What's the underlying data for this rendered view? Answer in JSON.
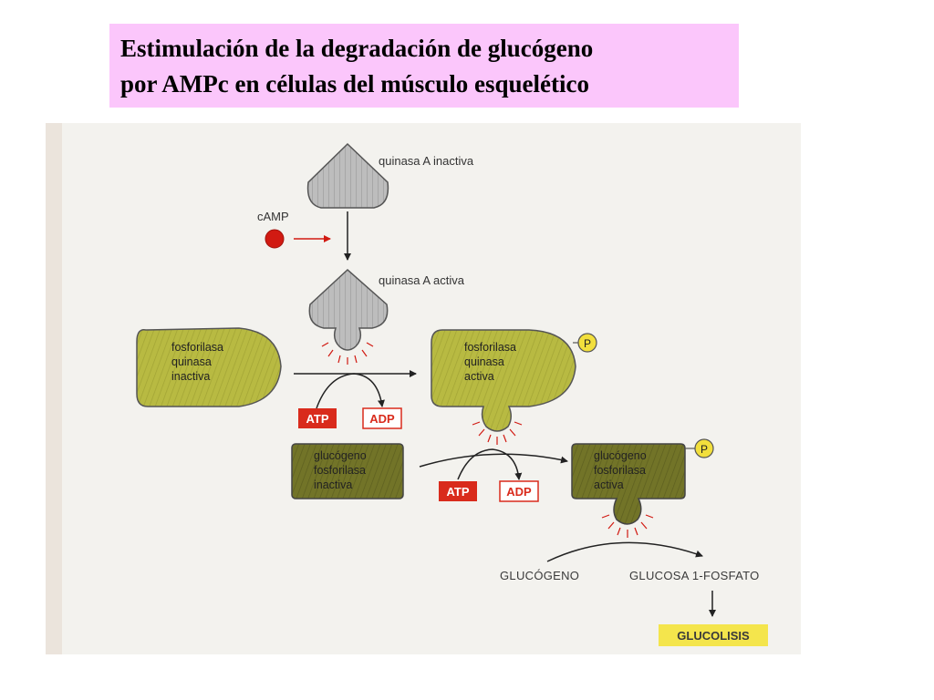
{
  "title": {
    "line1": "Estimulación de la degradación de glucógeno",
    "line2": "por AMPc en células del músculo esquelético"
  },
  "diagram": {
    "kinase_inactive_label": "quinasa A inactiva",
    "camp_label": "cAMP",
    "kinase_active_label": "quinasa A activa",
    "phk_inactive": [
      "fosforilasa",
      "quinasa",
      "inactiva"
    ],
    "phk_active": [
      "fosforilasa",
      "quinasa",
      "activa"
    ],
    "gp_inactive": [
      "glucógeno",
      "fosforilasa",
      "inactiva"
    ],
    "gp_active": [
      "glucógeno",
      "fosforilasa",
      "activa"
    ],
    "atp_label": "ATP",
    "adp_label": "ADP",
    "phosphate_label": "P",
    "glycogen_label": "GLUCÓGENO",
    "glucose1p_label": "GLUCOSA 1-FOSFATO",
    "glycolysis_label": "GLUCOLISIS",
    "colors": {
      "title_bg": "#fbc6fb",
      "enzyme_light": "#b5b73d",
      "enzyme_dark": "#6f7127",
      "kinase_gray": "#b9b9b9",
      "camp_red": "#d11a12",
      "atp_red": "#d92b1c",
      "glycolysis_yellow": "#f4e54c",
      "phosphate_yellow": "#f2df3c"
    }
  }
}
